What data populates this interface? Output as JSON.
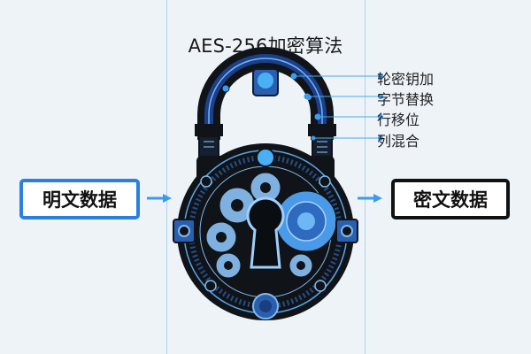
{
  "title": "AES-256加密算法",
  "input_box": {
    "label": "明文数据",
    "border_color": "#2a7fe0"
  },
  "output_box": {
    "label": "密文数据",
    "border_color": "#111111"
  },
  "steps": [
    {
      "label": "轮密钥加"
    },
    {
      "label": "字节替换"
    },
    {
      "label": "行移位"
    },
    {
      "label": "列混合"
    }
  ],
  "colors": {
    "background": "#eef3f8",
    "accent_blue": "#3a9cf0",
    "lock_body": "#101418",
    "guide_line": "#a9d4f0"
  }
}
